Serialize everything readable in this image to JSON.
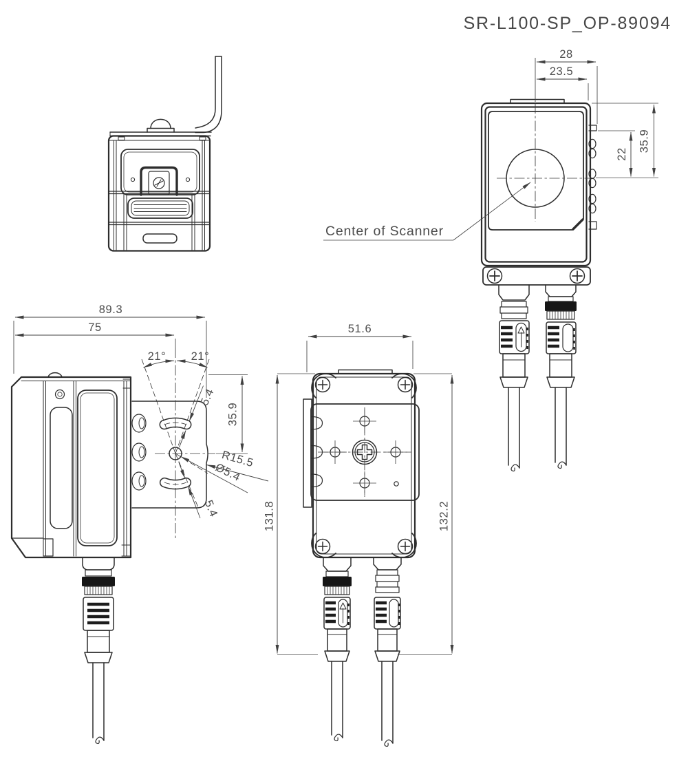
{
  "title": "SR-L100-SP_OP-89094",
  "callout": {
    "center_of_scanner": "Center of Scanner"
  },
  "front_view": {
    "dim_center_to_tab": "28",
    "dim_center_to_edge": "23.5",
    "dim_top_to_center": "35.9",
    "dim_tab_to_center": "22"
  },
  "side_view": {
    "dim_overall_depth": "89.3",
    "dim_body_to_pivot": "75",
    "dim_angle_left": "21°",
    "dim_angle_right": "21°",
    "dim_slot_width_upper": "5.4",
    "dim_top_to_pivot": "35.9",
    "dim_slot_radius": "R15.5",
    "dim_pivot_hole": "Ø5.4",
    "dim_slot_width_lower": "5.4"
  },
  "rear_view": {
    "dim_width": "51.6",
    "dim_height_left": "131.8",
    "dim_height_right": "132.2"
  },
  "colors": {
    "line": "#2d2d2d",
    "dimension": "#414141",
    "text": "#4c4c4c",
    "background": "#ffffff",
    "band": "#161616"
  }
}
